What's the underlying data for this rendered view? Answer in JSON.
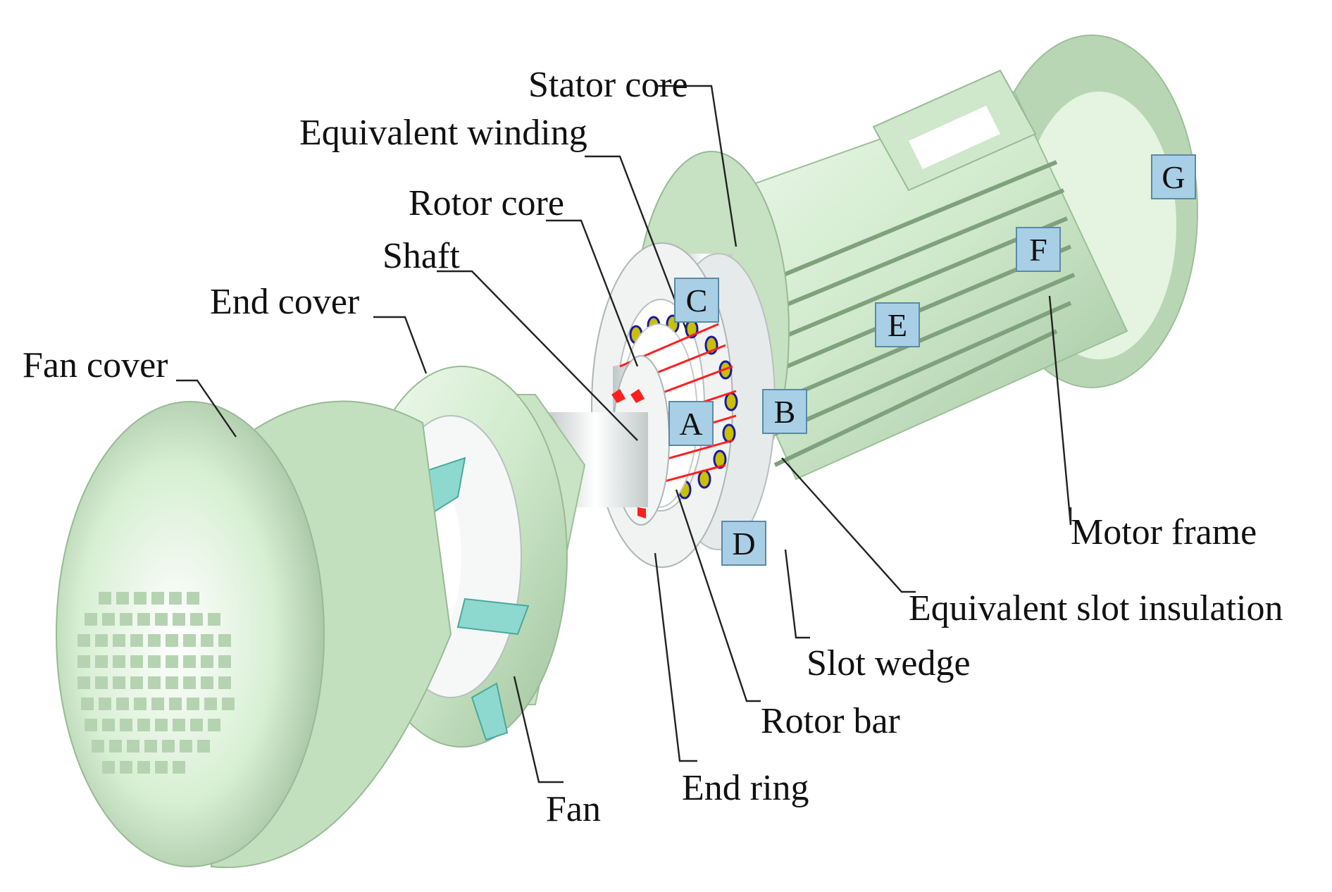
{
  "labels": {
    "stator_core": "Stator core",
    "equivalent_winding": "Equivalent winding",
    "rotor_core": "Rotor core",
    "shaft": "Shaft",
    "end_cover": "End cover",
    "fan_cover": "Fan cover",
    "motor_frame": "Motor frame",
    "equivalent_slot_insulation": "Equivalent slot insulation",
    "slot_wedge": "Slot wedge",
    "rotor_bar": "Rotor bar",
    "end_ring": "End ring",
    "fan": "Fan"
  },
  "points": {
    "A": "A",
    "B": "B",
    "C": "C",
    "D": "D",
    "E": "E",
    "F": "F",
    "G": "G"
  },
  "colors": {
    "housing": "#d4ecd0",
    "housing_dark": "#8fb28c",
    "core": "#e9ecec",
    "fan_blade": "#8ed9cf",
    "rotor_bar": "#ff1f1f",
    "slot_wedge": "#c8c000",
    "slot_insulation": "#1a1aa8",
    "point_box": "#a9cfe6"
  }
}
